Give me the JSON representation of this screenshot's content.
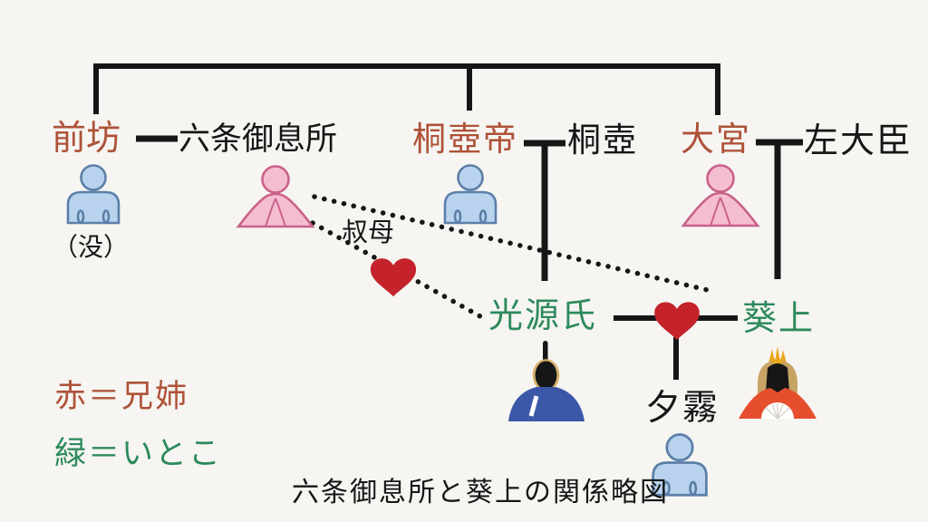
{
  "caption": "六条御息所と葵上の関係略図",
  "people": {
    "zenbo": "前坊",
    "rokujo": "六条御息所",
    "kiritsubo_tei": "桐壺帝",
    "kiritsubo": "桐壺",
    "omiya": "大宮",
    "sadaijin": "左大臣",
    "genji": "光源氏",
    "aoi": "葵上",
    "yugiri": "夕霧"
  },
  "annotations": {
    "deceased": "（没）",
    "aunt": "叔母"
  },
  "legend": {
    "red_meaning": "赤＝兄姉",
    "green_meaning": "緑＝いとこ"
  },
  "relationships": [
    {
      "from": "zenbo",
      "to": "rokujo",
      "type": "couple-solid-line"
    },
    {
      "from": "kiritsubo_tei",
      "to": "kiritsubo",
      "type": "couple-solid-line",
      "child": "genji"
    },
    {
      "from": "omiya",
      "to": "sadaijin",
      "type": "couple-solid-line",
      "child": "aoi"
    },
    {
      "siblings": [
        "zenbo",
        "kiritsubo_tei",
        "omiya"
      ],
      "type": "top-bracket"
    },
    {
      "from": "rokujo",
      "to": "aoi",
      "type": "dotted-line",
      "label": "叔母"
    },
    {
      "from": "rokujo",
      "to": "genji",
      "type": "dotted-line-with-heart"
    },
    {
      "from": "genji",
      "to": "aoi",
      "type": "couple-heart-line",
      "child": "yugiri"
    }
  ],
  "icons": {
    "male-person-icon": "blue person silhouette",
    "female-person-icon": "pink person silhouette",
    "heart-icon": "♥",
    "genji-figure-icon": "heian nobleman in blue robe with black eboshi hat",
    "aoi-figure-icon": "heian court lady in orange kimono with gold crown and fan"
  },
  "colors": {
    "background": "#f6f5f2",
    "line": "#161616",
    "red_label": "#ae5238",
    "green_label": "#2e8a5c",
    "heart": "#c5232c",
    "male_fill": "#b9d3ee",
    "male_stroke": "#5b7fa8",
    "female_fill": "#f5bdd0",
    "female_stroke": "#c9618a",
    "genji_robe": "#3b57a8",
    "genji_skin": "#d9ad62",
    "aoi_kimono": "#e64e2e",
    "aoi_hair_backdrop": "#c7a365",
    "aoi_crown": "#eaa61c",
    "white": "#ffffff"
  }
}
